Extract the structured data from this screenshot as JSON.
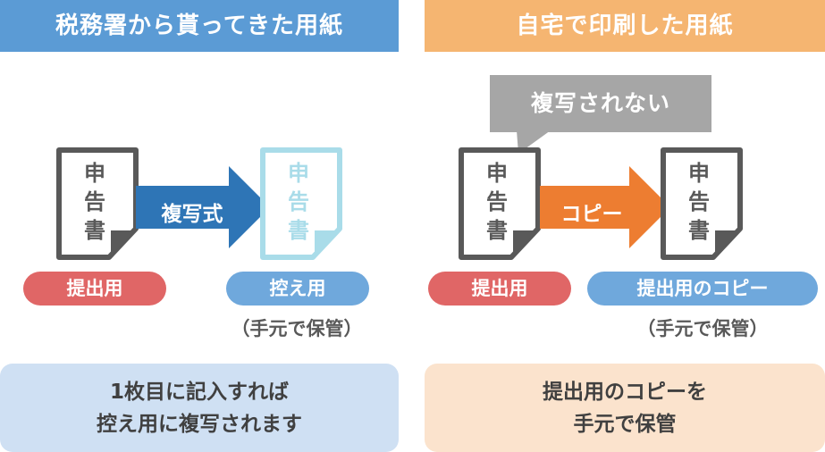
{
  "left_panel": {
    "header": "税務署から貰ってきた用紙",
    "doc_text": [
      "申",
      "告",
      "書"
    ],
    "arrow_label": "複写式",
    "submit_label": "提出用",
    "keep_label": "控え用",
    "keep_note": "（手元で保管）",
    "summary_lines": [
      "1枚目に記入すれば",
      "控え用に複写されます"
    ],
    "colors": {
      "header": "#5b9bd5",
      "arrow": "#2e75b6",
      "faded_doc": "#a9dce9",
      "summary": "#cfe0f3"
    }
  },
  "right_panel": {
    "header": "自宅で印刷した用紙",
    "callout": "複写されない",
    "doc_text": [
      "申",
      "告",
      "書"
    ],
    "arrow_label": "コピー",
    "submit_label": "提出用",
    "copy_label": "提出用のコピー",
    "copy_note": "（手元で保管）",
    "summary_lines": [
      "提出用のコピーを",
      "手元で保管"
    ],
    "colors": {
      "header": "#f5b571",
      "arrow": "#ed7d31",
      "summary": "#fbe3cd"
    }
  },
  "colors": {
    "submit_pill": "#e06666",
    "keep_pill": "#6fa8dc",
    "doc_outline": "#595959"
  }
}
